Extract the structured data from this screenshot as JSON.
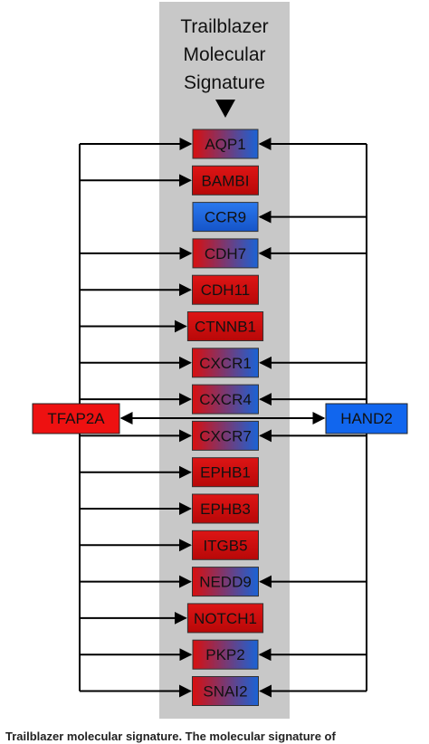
{
  "panel": {
    "title_lines": [
      "Trailblazer",
      "Molecular",
      "Signature"
    ]
  },
  "regulators": {
    "left": {
      "label": "TFAP2A",
      "color": "#ee1111"
    },
    "right": {
      "label": "HAND2",
      "color": "#1166ee"
    }
  },
  "genes": [
    {
      "label": "AQP1",
      "style": "red-blue",
      "from_left": true,
      "from_right": true
    },
    {
      "label": "BAMBI",
      "style": "red",
      "from_left": true,
      "from_right": false
    },
    {
      "label": "CCR9",
      "style": "blue",
      "from_left": false,
      "from_right": true
    },
    {
      "label": "CDH7",
      "style": "red-blue",
      "from_left": true,
      "from_right": true
    },
    {
      "label": "CDH11",
      "style": "red",
      "from_left": true,
      "from_right": false
    },
    {
      "label": "CTNNB1",
      "style": "red",
      "from_left": true,
      "from_right": false
    },
    {
      "label": "CXCR1",
      "style": "red-blue",
      "from_left": true,
      "from_right": true
    },
    {
      "label": "CXCR4",
      "style": "red-blue",
      "from_left": true,
      "from_right": true
    },
    {
      "label": "CXCR7",
      "style": "red-blue",
      "from_left": true,
      "from_right": true
    },
    {
      "label": "EPHB1",
      "style": "red",
      "from_left": true,
      "from_right": false
    },
    {
      "label": "EPHB3",
      "style": "red",
      "from_left": true,
      "from_right": false
    },
    {
      "label": "ITGB5",
      "style": "red",
      "from_left": true,
      "from_right": false
    },
    {
      "label": "NEDD9",
      "style": "red-blue",
      "from_left": true,
      "from_right": true
    },
    {
      "label": "NOTCH1",
      "style": "red",
      "from_left": true,
      "from_right": false
    },
    {
      "label": "PKP2",
      "style": "red-blue",
      "from_left": true,
      "from_right": true
    },
    {
      "label": "SNAI2",
      "style": "red-blue",
      "from_left": true,
      "from_right": true
    }
  ],
  "caption": "Trailblazer molecular signature. The molecular signature of"
}
